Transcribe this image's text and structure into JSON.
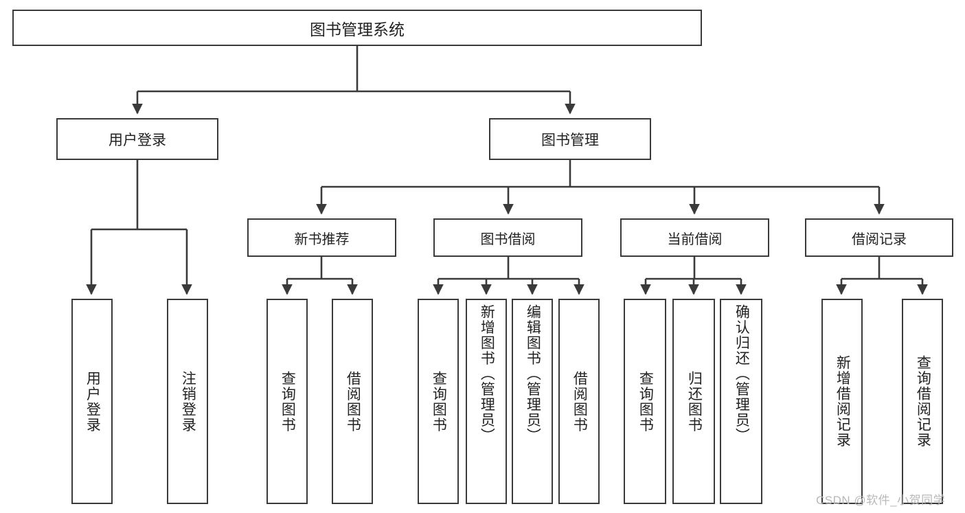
{
  "diagram": {
    "title": "图书管理系统",
    "root": {
      "label": "图书管理系统"
    },
    "level2": [
      {
        "label": "用户登录"
      },
      {
        "label": "图书管理"
      }
    ],
    "level3": [
      {
        "label": "新书推荐"
      },
      {
        "label": "图书借阅"
      },
      {
        "label": "当前借阅"
      },
      {
        "label": "借阅记录"
      }
    ],
    "leaves": {
      "user_login": [
        {
          "label": "用户登录"
        },
        {
          "label": "注销登录"
        }
      ],
      "new_book_recommend": [
        {
          "label": "查询图书"
        },
        {
          "label": "借阅图书"
        }
      ],
      "book_borrow": [
        {
          "label": "查询图书"
        },
        {
          "label": "新增图书（管理员）"
        },
        {
          "label": "编辑图书（管理员）"
        },
        {
          "label": "借阅图书"
        }
      ],
      "current_borrow": [
        {
          "label": "查询图书"
        },
        {
          "label": "归还图书"
        },
        {
          "label": "确认归还（管理员）"
        }
      ],
      "borrow_record": [
        {
          "label": "新增借阅记录"
        },
        {
          "label": "查询借阅记录"
        }
      ]
    },
    "watermark": "CSDN @软件_小贺同学",
    "colors": {
      "stroke": "#3a3a3a",
      "text": "#222222",
      "background": "#ffffff",
      "watermark": "#b8b8b8"
    }
  }
}
